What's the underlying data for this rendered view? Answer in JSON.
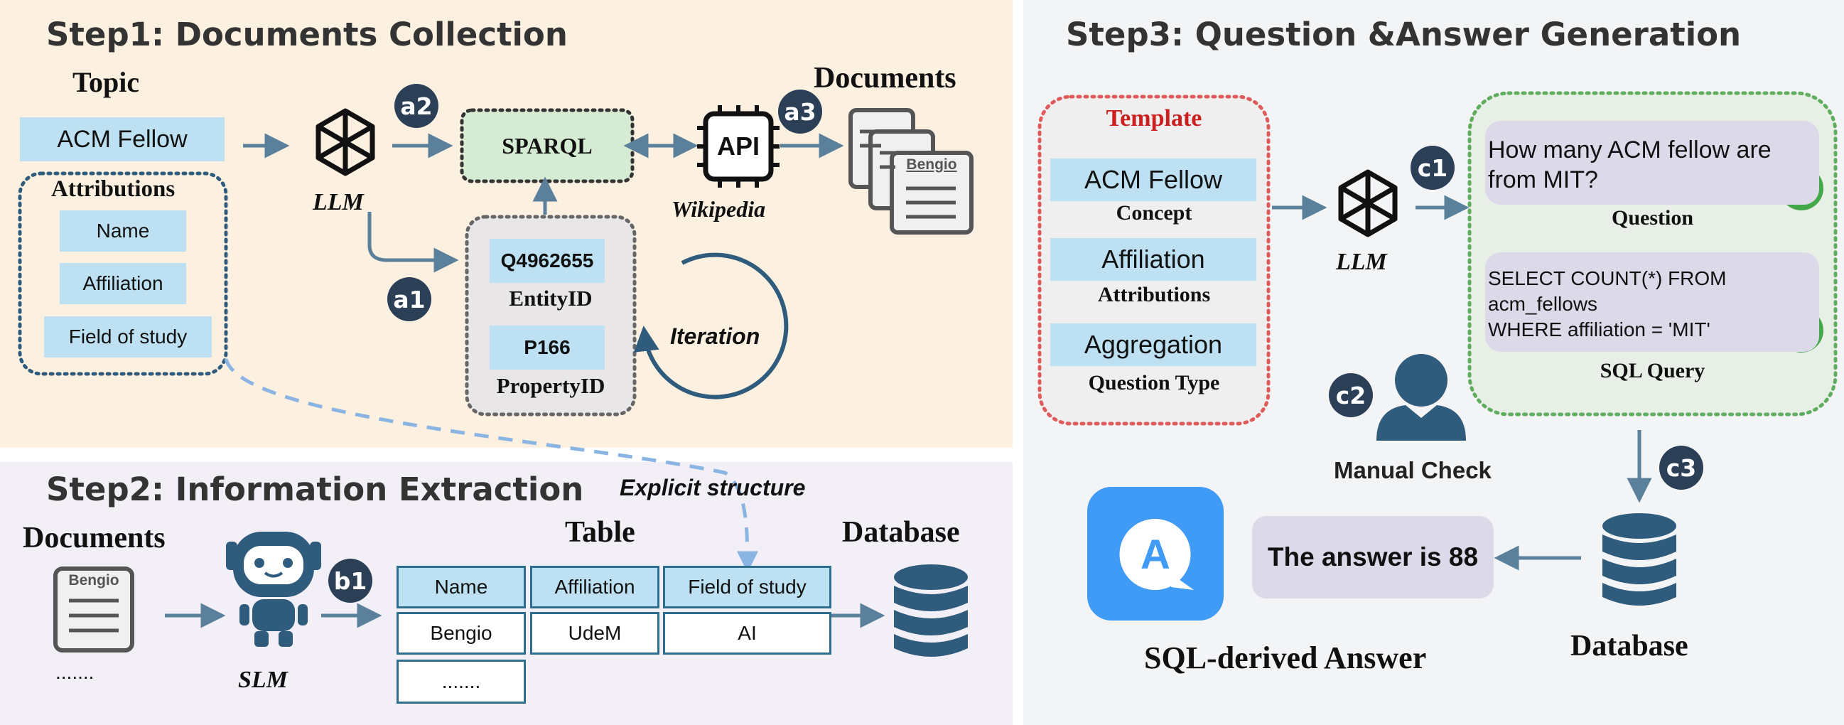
{
  "step1": {
    "title": "Step1: Documents Collection",
    "topic_label": "Topic",
    "topic_value": "ACM Fellow",
    "attributions_label": "Attributions",
    "attributions": [
      "Name",
      "Affiliation",
      "Field of study"
    ],
    "llm_label": "LLM",
    "sparql_label": "SPARQL",
    "entity_value": "Q4962655",
    "entity_label": "EntityID",
    "property_value": "P166",
    "property_label": "PropertyID",
    "iteration_label": "Iteration",
    "api_label": "API",
    "wikipedia_label": "Wikipedia",
    "documents_label": "Documents",
    "doc_tag": "Bengio",
    "badges": {
      "a1": "a1",
      "a2": "a2",
      "a3": "a3"
    }
  },
  "step2": {
    "title": "Step2: Information Extraction",
    "explicit_label": "Explicit structure",
    "documents_label": "Documents",
    "doc_tag": "Bengio",
    "ellipsis": ".......",
    "slm_label": "SLM",
    "badge": "b1",
    "table_label": "Table",
    "table": {
      "headers": [
        "Name",
        "Affiliation",
        "Field of study"
      ],
      "row": [
        "Bengio",
        "UdeM",
        "AI"
      ],
      "extra": "......."
    },
    "database_label": "Database"
  },
  "step3": {
    "title": "Step3: Question &Answer Generation",
    "template_label": "Template",
    "template_items": [
      {
        "value": "ACM Fellow",
        "caption": "Concept"
      },
      {
        "value": "Affiliation",
        "caption": "Attributions"
      },
      {
        "value": "Aggregation",
        "caption": "Question Type"
      }
    ],
    "llm_label": "LLM",
    "badges": {
      "c1": "c1",
      "c2": "c2",
      "c3": "c3"
    },
    "question_lines": [
      "How many ACM fellow are",
      "from MIT?"
    ],
    "question_caption": "Question",
    "sql_lines": [
      "SELECT COUNT(*) FROM",
      "acm_fellows",
      "WHERE affiliation = 'MIT'"
    ],
    "sql_caption": "SQL Query",
    "manual_check_label": "Manual Check",
    "answer_text": "The answer is 88",
    "answer_app_letter": "A",
    "sql_answer_label": "SQL-derived Answer",
    "database_label": "Database"
  },
  "colors": {
    "step1_bg": "#fcf0e1",
    "step2_bg": "#f3eff6",
    "step3_bg": "#f3f4f6",
    "light_blue": "#bde1f2",
    "badge": "#2b3f57",
    "arrow": "#5b809b",
    "template_border": "#e05c5c",
    "template_title": "#cc1f1f",
    "qa_border": "#5fae5f",
    "check": "#43a84a",
    "app_icon": "#3f9bf5"
  }
}
